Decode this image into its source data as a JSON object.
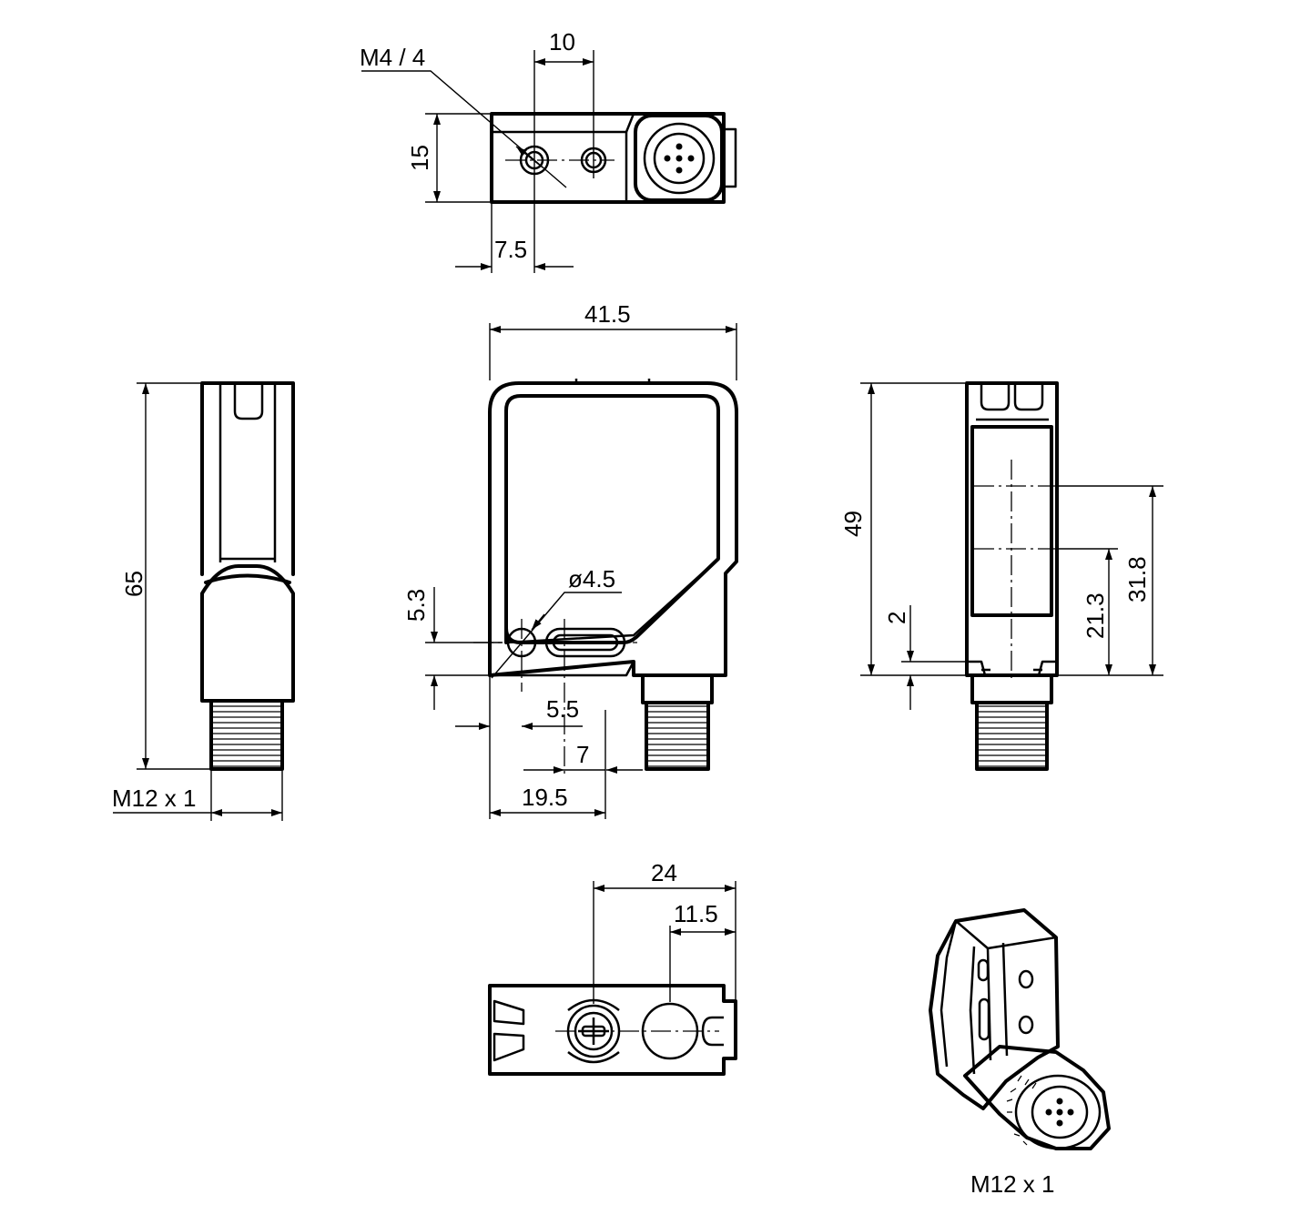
{
  "dimensions": {
    "top_spacing": "10",
    "thread_hole": "M4 / 4",
    "top_height": "15",
    "top_offset": "7.5",
    "front_width": "41.5",
    "hole_diameter": "ø4.5",
    "hole_height": "5.3",
    "hole_offset": "5.5",
    "slot_offset": "7",
    "connector_offset": "19.5",
    "overall_length": "65",
    "connector_thread_left": "M12 x 1",
    "side_height": "49",
    "side_offset_small": "2",
    "optical_axis_1": "21.3",
    "optical_axis_2": "31.8",
    "bottom_width": "24",
    "bottom_offset": "11.5",
    "connector_thread_iso": "M12 x 1"
  }
}
